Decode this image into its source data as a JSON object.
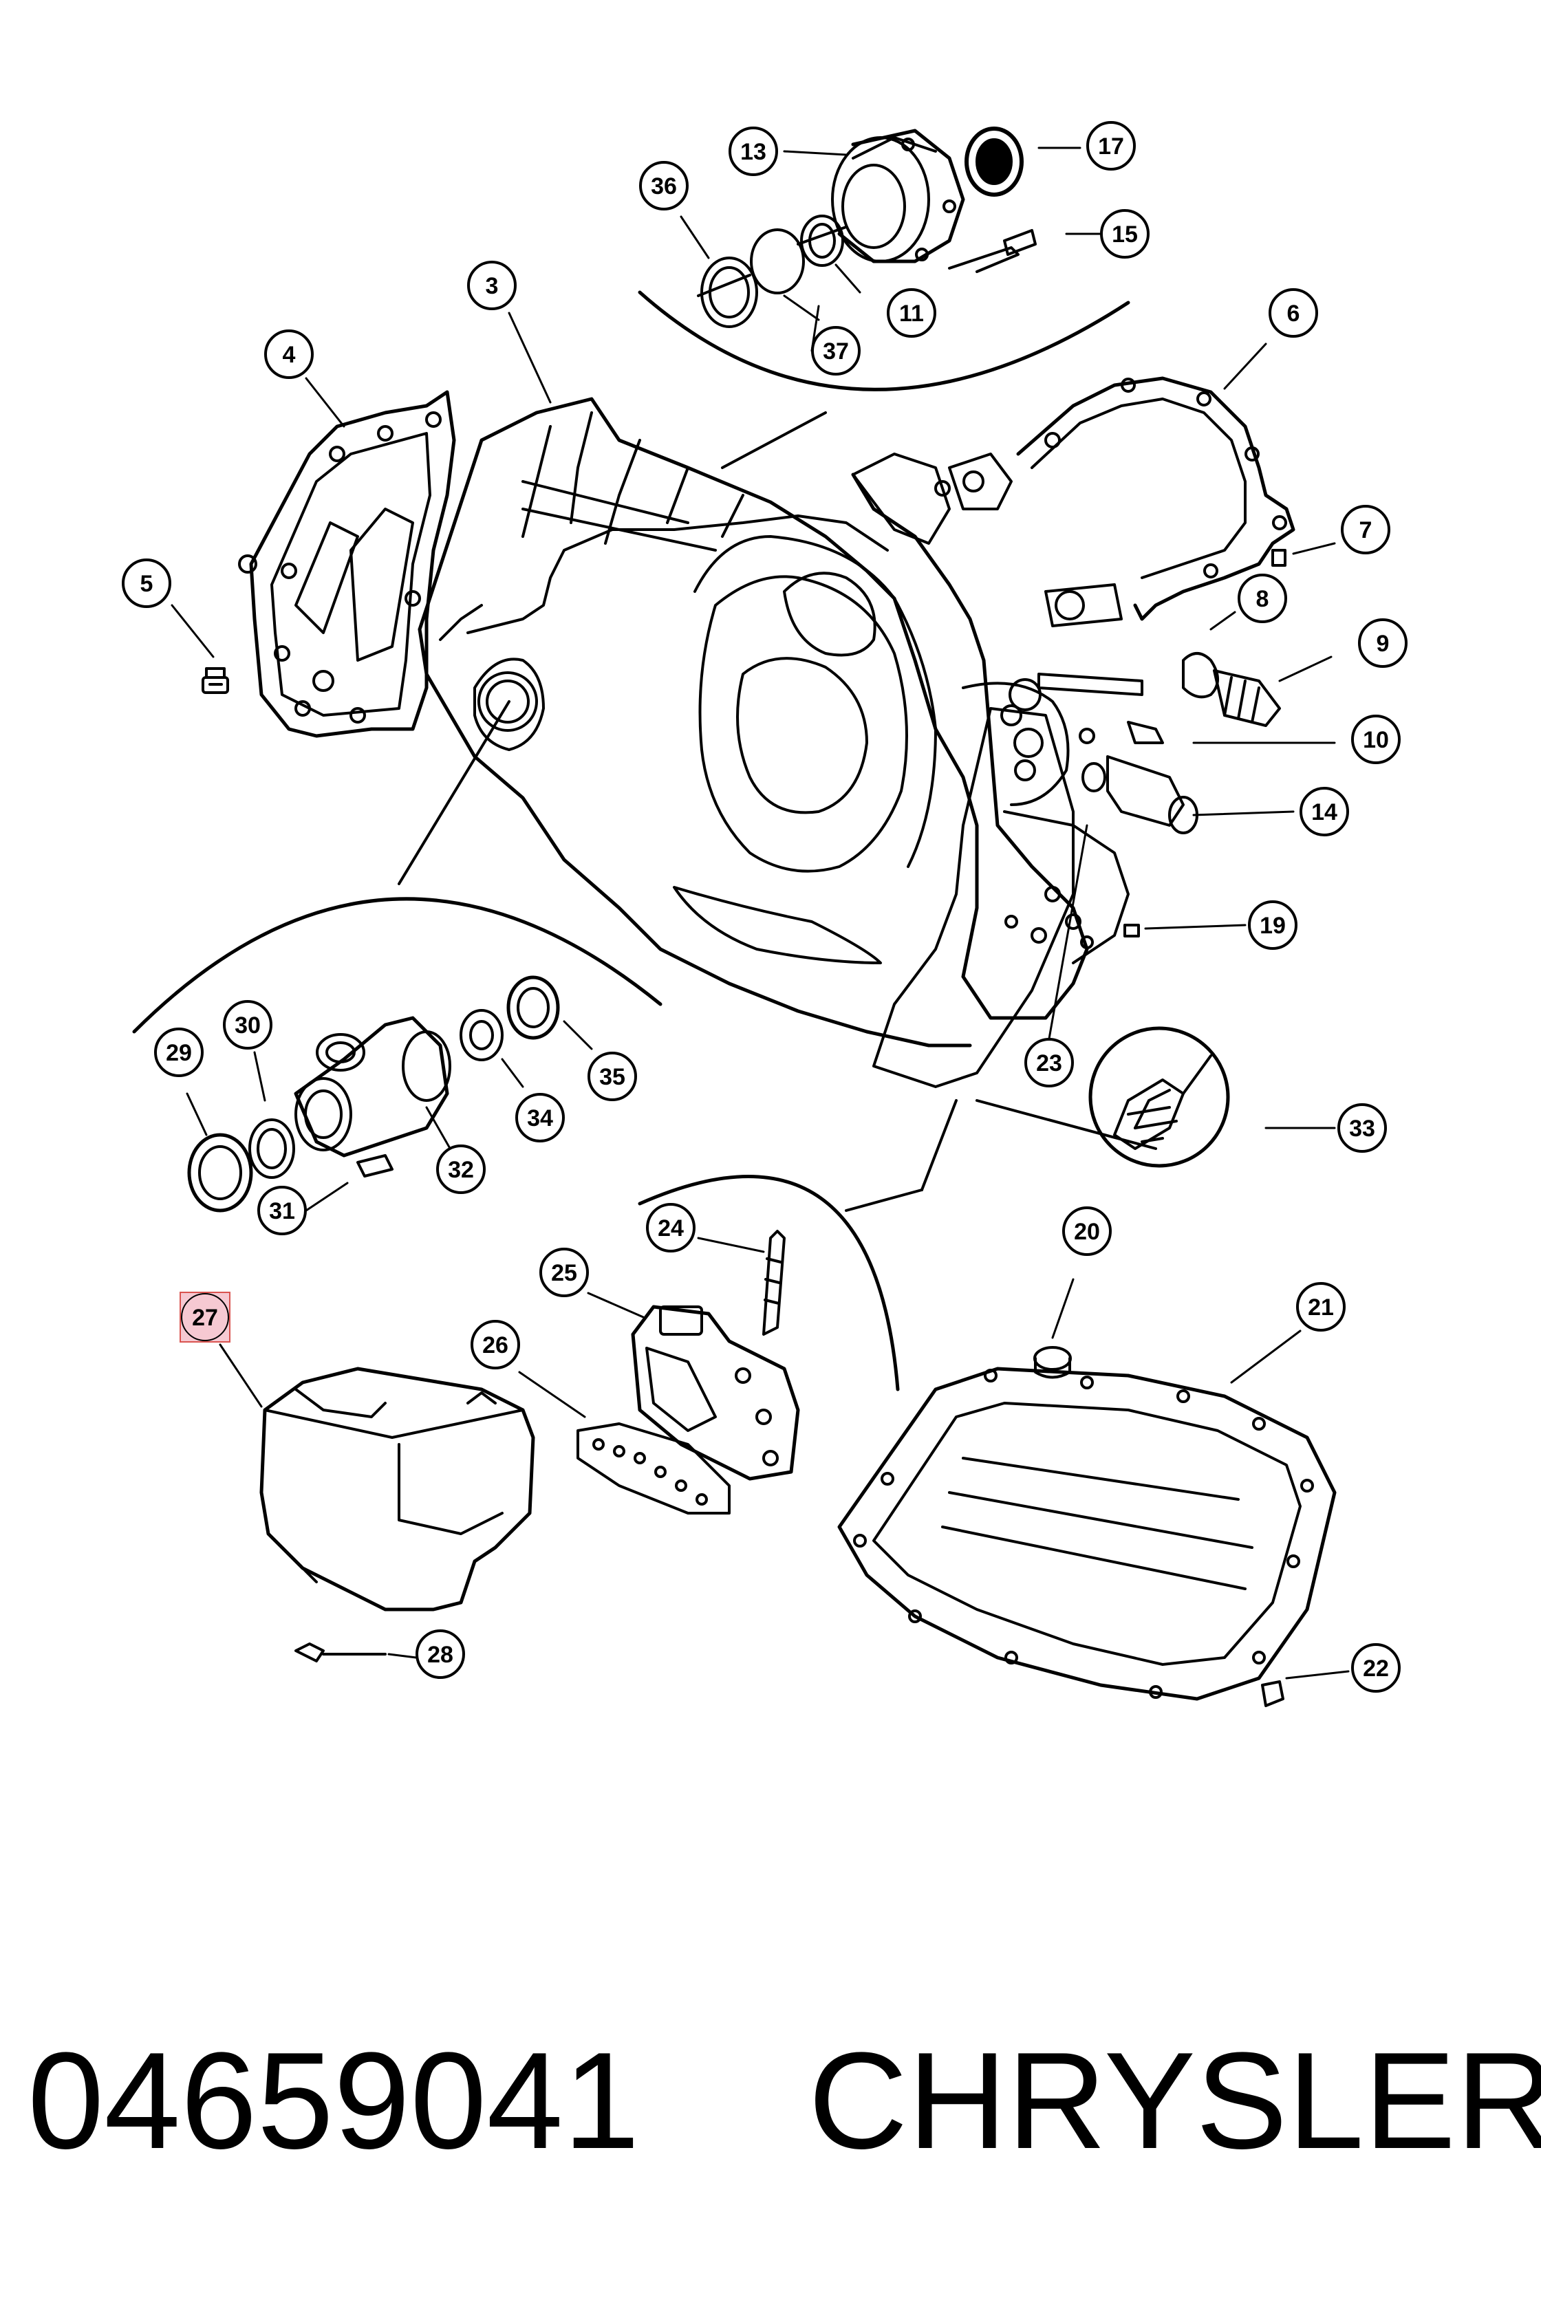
{
  "callouts": [
    "3",
    "4",
    "5",
    "6",
    "7",
    "8",
    "9",
    "10",
    "11",
    "13",
    "14",
    "15",
    "17",
    "19",
    "20",
    "21",
    "22",
    "23",
    "24",
    "25",
    "26",
    "27",
    "28",
    "29",
    "30",
    "31",
    "32",
    "33",
    "34",
    "35",
    "36",
    "37"
  ],
  "highlighted_callout": "27",
  "footer": {
    "part_number": "04659041",
    "brand": "CHRYSLER"
  },
  "colors": {
    "line": "#000000",
    "highlight_fill": "#f6c9d2",
    "highlight_border": "#d9534f"
  }
}
